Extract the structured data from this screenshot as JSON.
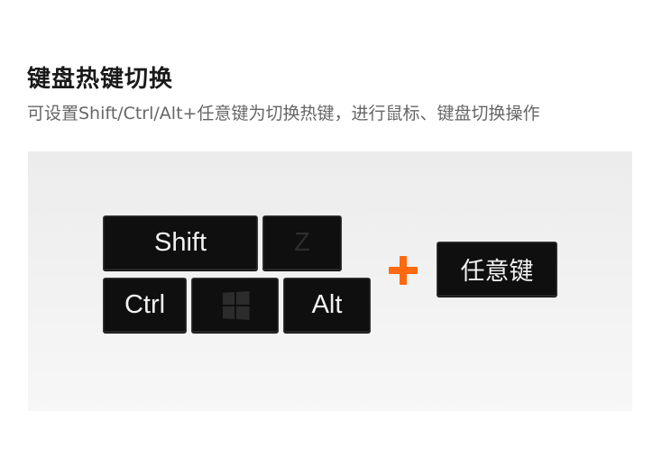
{
  "header": {
    "title": "键盘热键切换",
    "subtitle": "可设置Shift/Ctrl/Alt+任意键为切换热键，进行鼠标、键盘切换操作"
  },
  "keys": {
    "shift": "Shift",
    "z": "Z",
    "ctrl": "Ctrl",
    "windows": "windows-logo-icon",
    "alt": "Alt",
    "any": "任意键"
  },
  "colors": {
    "key_background": "#0f0f0f",
    "key_text": "#f2f2f2",
    "plus_accent": "#ff6a10",
    "panel_background": "#efefef"
  }
}
